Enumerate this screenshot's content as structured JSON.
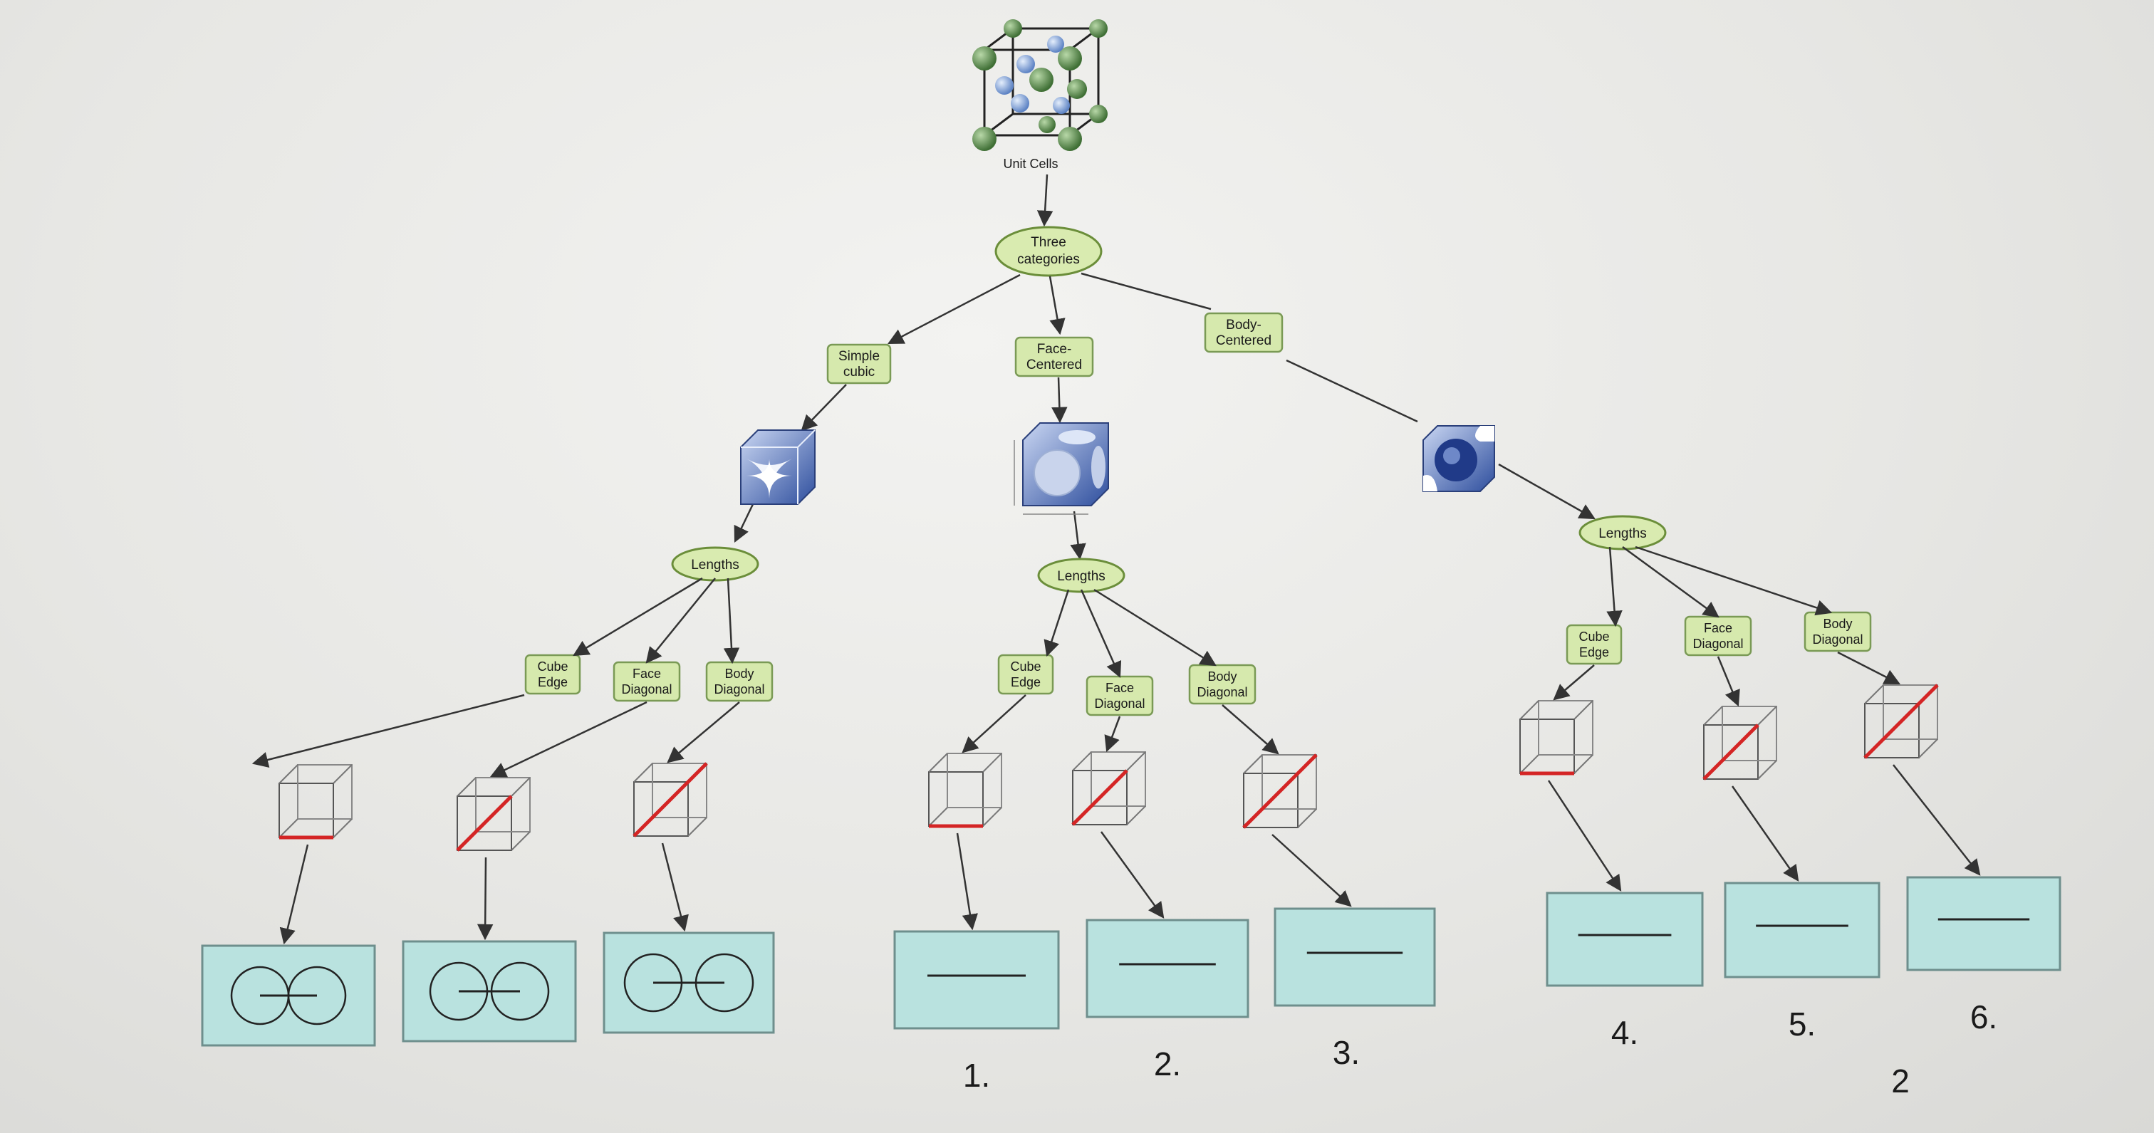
{
  "root": {
    "caption": "Unit Cells"
  },
  "categories_node": {
    "line1": "Three",
    "line2": "categories"
  },
  "branches": [
    {
      "id": "simple",
      "label1": "Simple",
      "label2": "cubic",
      "lengths_label": "Lengths",
      "items": [
        {
          "label1": "Cube",
          "label2": "Edge",
          "diagonal": "edge",
          "answer": "",
          "circles": true
        },
        {
          "label1": "Face",
          "label2": "Diagonal",
          "diagonal": "face",
          "answer": "",
          "circles": true
        },
        {
          "label1": "Body",
          "label2": "Diagonal",
          "diagonal": "body",
          "answer": "",
          "circles": true
        }
      ]
    },
    {
      "id": "face-centered",
      "label1": "Face-",
      "label2": "Centered",
      "lengths_label": "Lengths",
      "items": [
        {
          "label1": "Cube",
          "label2": "Edge",
          "diagonal": "edge",
          "answer": "1.",
          "circles": false
        },
        {
          "label1": "Face",
          "label2": "Diagonal",
          "diagonal": "face",
          "answer": "2.",
          "circles": false
        },
        {
          "label1": "Body",
          "label2": "Diagonal",
          "diagonal": "body",
          "answer": "3.",
          "circles": false
        }
      ]
    },
    {
      "id": "body-centered",
      "label1": "Body-",
      "label2": "Centered",
      "lengths_label": "Lengths",
      "items": [
        {
          "label1": "Cube",
          "label2": "Edge",
          "diagonal": "edge",
          "answer": "4.",
          "circles": false
        },
        {
          "label1": "Face",
          "label2": "Diagonal",
          "diagonal": "face",
          "answer": "5.",
          "circles": false
        },
        {
          "label1": "Body",
          "label2": "Diagonal",
          "diagonal": "body",
          "answer": "6.",
          "circles": false
        }
      ]
    }
  ],
  "page_number": "2",
  "colors": {
    "ellipse_fill": "#d9ebb0",
    "ellipse_stroke": "#6b8e3a",
    "label_fill": "#d6e9ad",
    "label_stroke": "#7a9a55",
    "answer_box_fill": "#b9e2df",
    "answer_box_stroke": "#6e8f8d",
    "red_line": "#d42525",
    "arrow": "#333333",
    "atom_green": "#5b8a4e",
    "atom_blue": "#7fa0d0",
    "cube_blue": "#5470b8"
  }
}
